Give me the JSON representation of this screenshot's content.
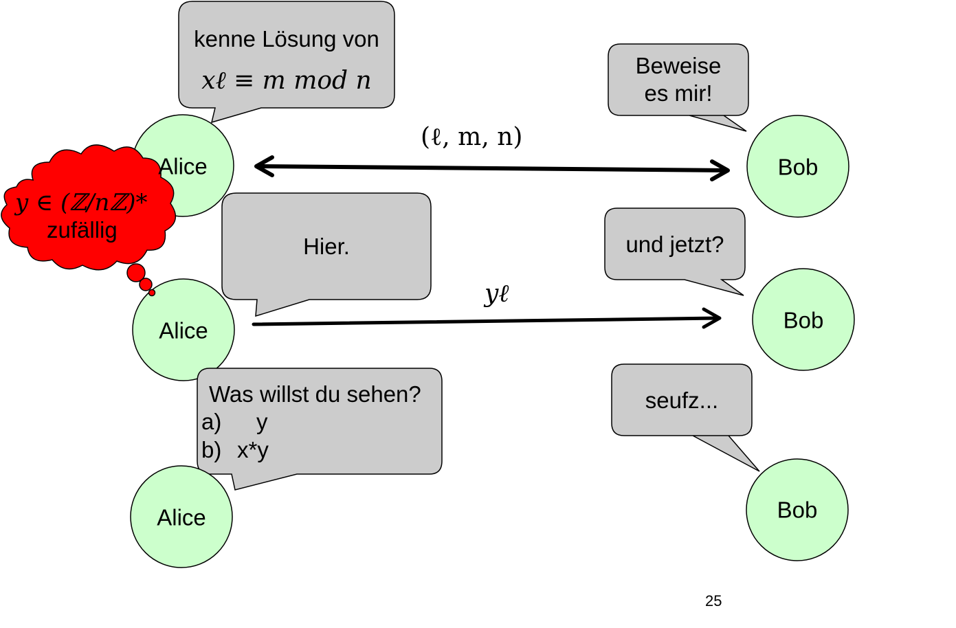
{
  "slide": {
    "page_number": "25"
  },
  "actors": {
    "alice": "Alice",
    "bob": "Bob"
  },
  "bubbles": {
    "alice_know_line1": "kenne Lösung von",
    "alice_know_math": "xℓ ≡ m mod n",
    "bob_prove_line1": "Beweise",
    "bob_prove_line2": "es mir!",
    "alice_here": "Hier.",
    "bob_and_now": "und jetzt?",
    "bob_choice_question": "Was willst du sehen?",
    "bob_choice_a_marker": "a)",
    "bob_choice_a_value": "y",
    "bob_choice_b_marker": "b)",
    "bob_choice_b_value": "x*y",
    "bob_sigh": "seufz..."
  },
  "thought": {
    "math": "y ∈ (ℤ/nℤ)*",
    "text": "zufällig"
  },
  "arrows": {
    "public_tuple": "(ℓ, m, n)",
    "commitment": "yℓ"
  },
  "colors": {
    "circle_fill": "#ccffcc",
    "bubble_fill": "#cccccc",
    "thought_fill": "#ff0000",
    "stroke": "#000000"
  }
}
